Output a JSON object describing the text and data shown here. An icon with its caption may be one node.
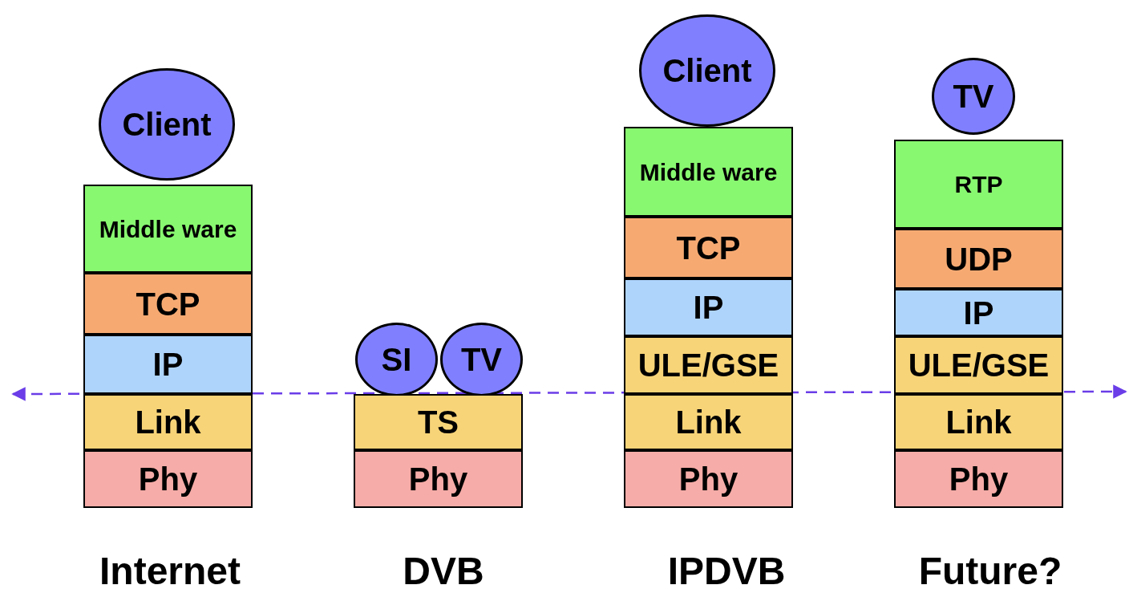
{
  "diagram": {
    "nodes": [
      {
        "text": [
          "Client"
        ]
      },
      {
        "text": [
          "Middle ware"
        ]
      },
      {
        "text": [
          "TCP"
        ]
      },
      {
        "text": [
          "IP"
        ]
      },
      {
        "text": [
          "Link"
        ]
      },
      {
        "text": [
          "Phy"
        ]
      },
      {
        "text": [
          "SI"
        ]
      },
      {
        "text": [
          "TV"
        ]
      },
      {
        "text": [
          "TS"
        ]
      },
      {
        "text": [
          "Phy"
        ]
      },
      {
        "text": [
          "Client"
        ]
      },
      {
        "text": [
          "Middle ware"
        ]
      },
      {
        "text": [
          "TCP"
        ]
      },
      {
        "text": [
          "IP"
        ]
      },
      {
        "text": [
          "ULE/GSE"
        ]
      },
      {
        "text": [
          "Link"
        ]
      },
      {
        "text": [
          "Phy"
        ]
      },
      {
        "text": [
          "TV"
        ]
      },
      {
        "text": [
          "RTP"
        ]
      },
      {
        "text": [
          "UDP"
        ]
      },
      {
        "text": [
          "IP"
        ]
      },
      {
        "text": [
          "ULE/GSE"
        ]
      },
      {
        "text": [
          "Link"
        ]
      },
      {
        "text": [
          "Phy"
        ]
      }
    ],
    "edges": [],
    "labels": [
      "Internet",
      "DVB",
      "IPDVB",
      "Future?"
    ]
  }
}
